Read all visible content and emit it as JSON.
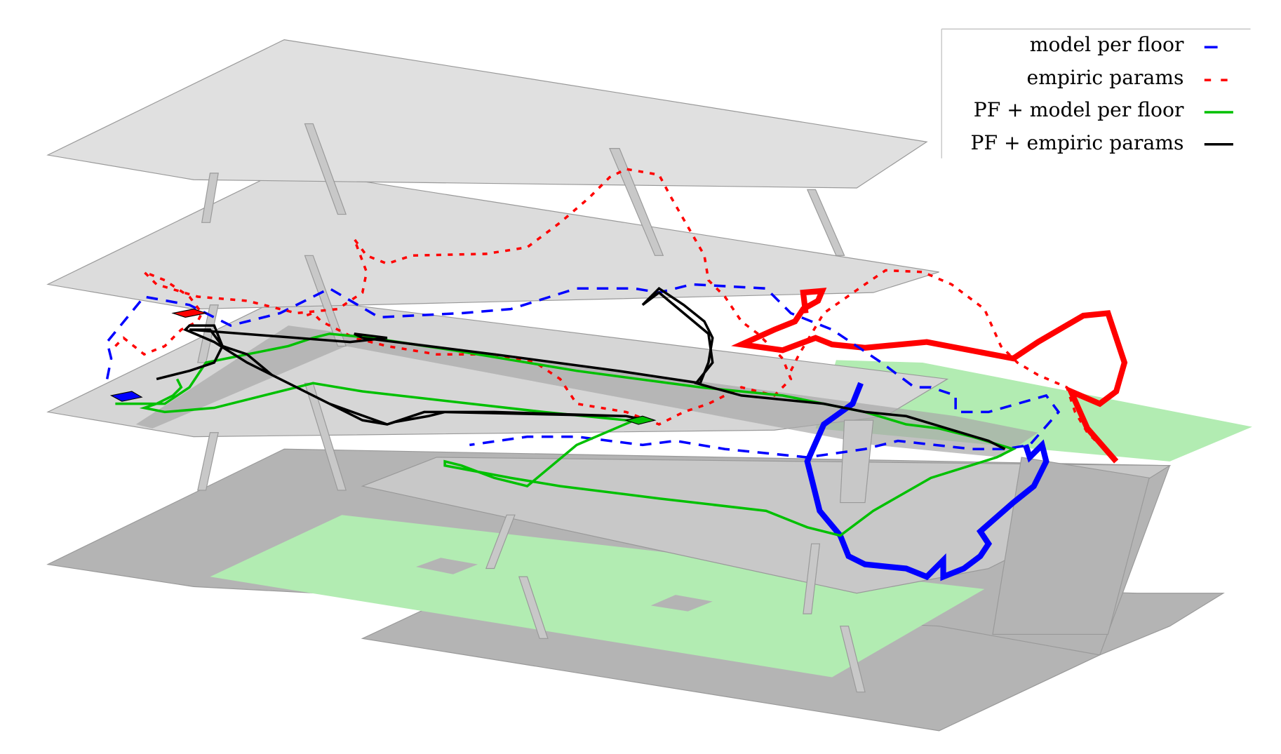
{
  "legend": {
    "items": [
      {
        "label": "model per floor",
        "color": "#0000ff",
        "style": "dashed"
      },
      {
        "label": "empiric params",
        "color": "#ff0000",
        "style": "dotted"
      },
      {
        "label": "PF + model per floor",
        "color": "#00c000",
        "style": "solid"
      },
      {
        "label": "PF + empiric params",
        "color": "#000000",
        "style": "solid"
      }
    ]
  },
  "colors": {
    "floor_light": "#dcdcdc",
    "floor_mid": "#c8c8c8",
    "floor_dark": "#b4b4b4",
    "outdoor": "#b2ecb2",
    "ground_truth_red": "#ff0000",
    "ground_truth_blue": "#0000ff"
  }
}
